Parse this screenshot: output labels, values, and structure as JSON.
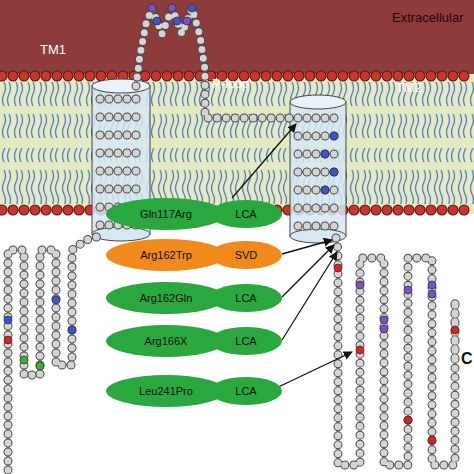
{
  "diagram": {
    "nodes": [
      {
        "text": [
          "Gln117Arg",
          "LCA"
        ]
      },
      {
        "text": [
          "Arg162Trp",
          "SVD"
        ]
      },
      {
        "text": [
          "Arg162Gln",
          "LCA"
        ]
      },
      {
        "text": [
          "Arg166X",
          "LCA"
        ]
      },
      {
        "text": [
          "Leu241Pro",
          "LCA"
        ]
      }
    ],
    "labels": [
      "Extracellular",
      "TM1",
      "P-loop",
      "TM2",
      "C"
    ]
  }
}
